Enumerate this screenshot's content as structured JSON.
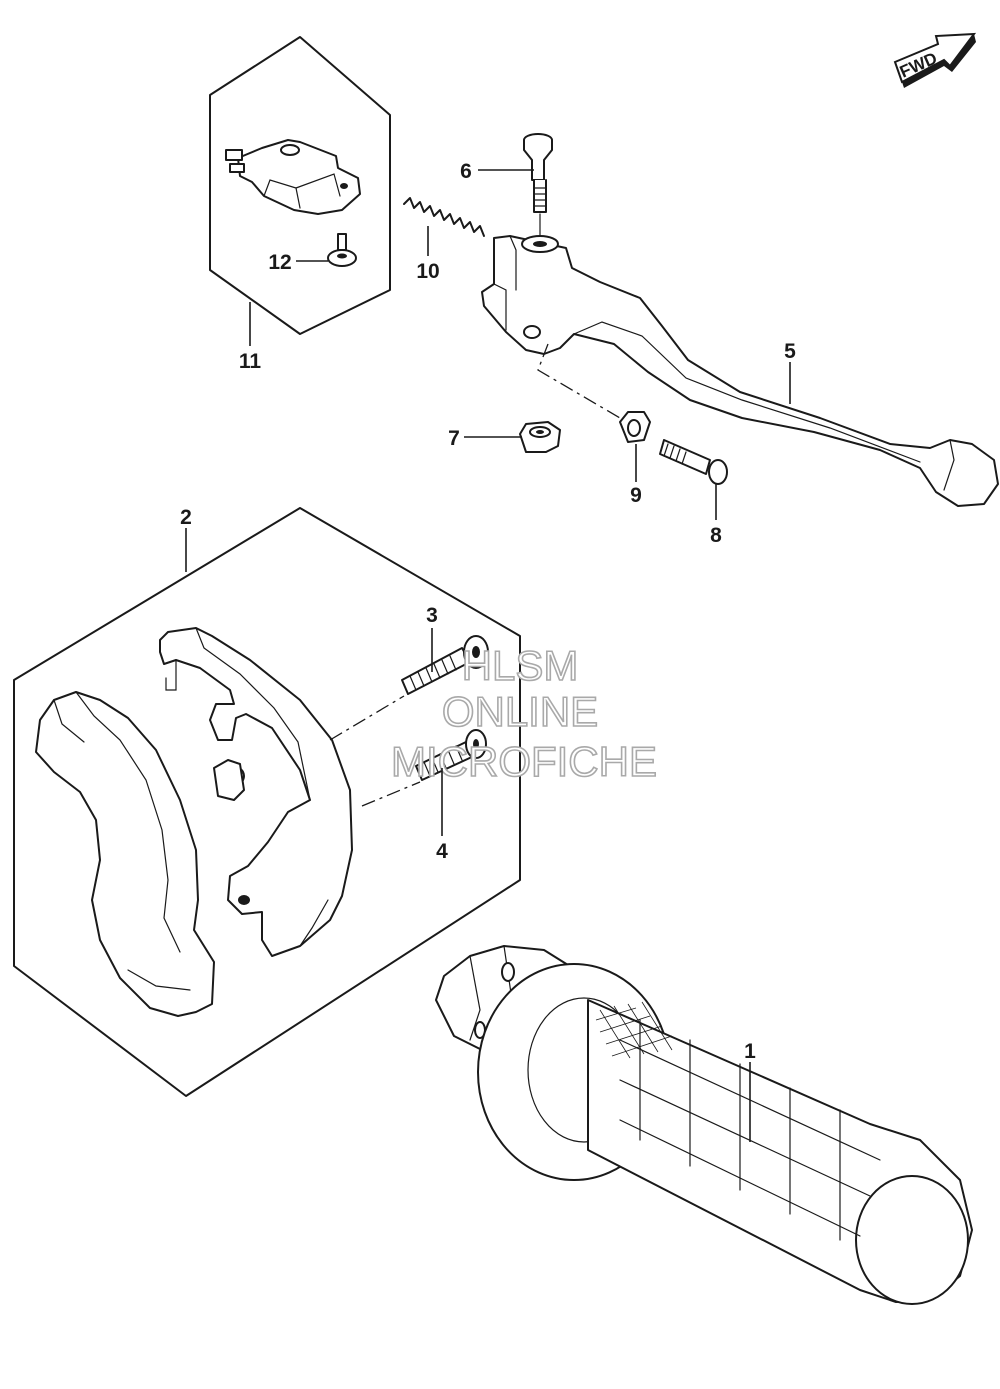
{
  "orientation_badge": {
    "label": "FWD"
  },
  "callouts": [
    {
      "id": "1",
      "label": "1"
    },
    {
      "id": "2",
      "label": "2"
    },
    {
      "id": "3",
      "label": "3"
    },
    {
      "id": "4",
      "label": "4"
    },
    {
      "id": "5",
      "label": "5"
    },
    {
      "id": "6",
      "label": "6"
    },
    {
      "id": "7",
      "label": "7"
    },
    {
      "id": "8",
      "label": "8"
    },
    {
      "id": "9",
      "label": "9"
    },
    {
      "id": "10",
      "label": "10"
    },
    {
      "id": "11",
      "label": "11"
    },
    {
      "id": "12",
      "label": "12"
    }
  ],
  "watermark": {
    "line1": "HLSM",
    "line2": "ONLINE",
    "line3": "MICROFICHE"
  }
}
